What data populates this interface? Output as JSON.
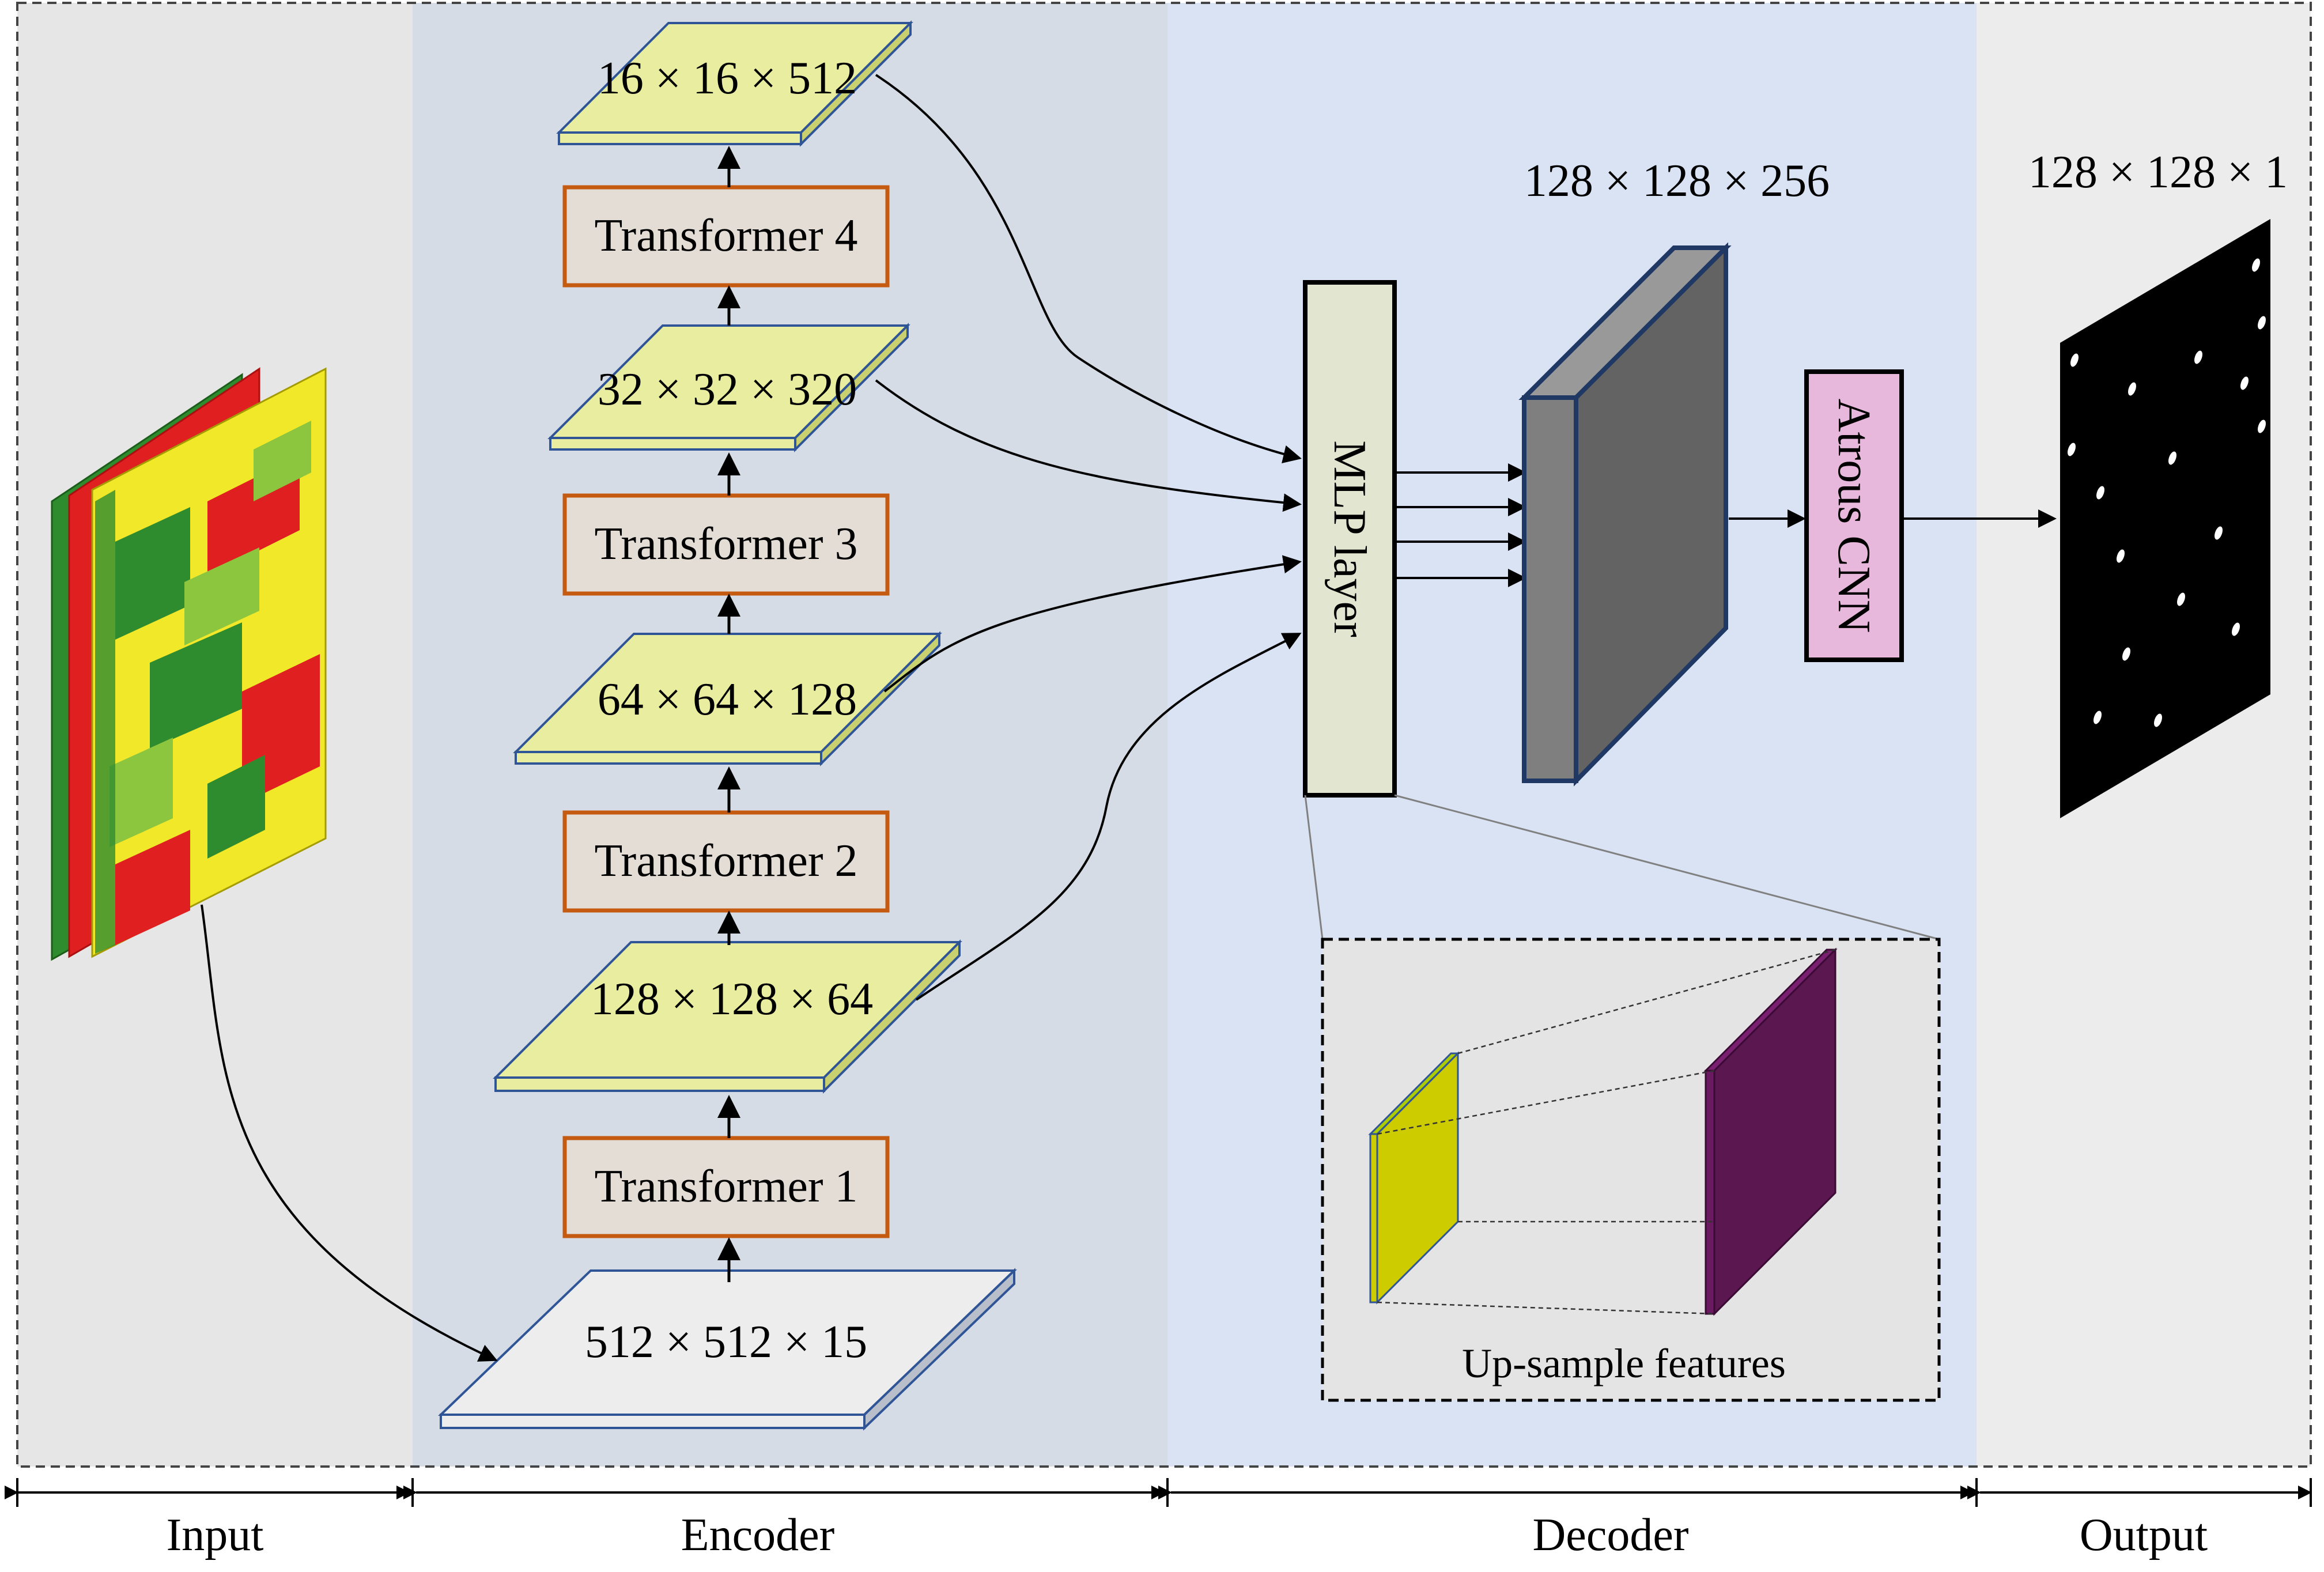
{
  "sections": {
    "input": "Input",
    "encoder": "Encoder",
    "decoder": "Decoder",
    "output": "Output"
  },
  "encoder": {
    "input_dims": "512 × 512 × 15",
    "transformer_1": "Transformer 1",
    "stage_1_dims": "128 × 128 × 64",
    "transformer_2": "Transformer 2",
    "stage_2_dims": "64 × 64 × 128",
    "transformer_3": "Transformer 3",
    "stage_3_dims": "32 × 32 × 320",
    "transformer_4": "Transformer 4",
    "stage_4_dims": "16 × 16 × 512"
  },
  "decoder": {
    "mlp_label": "MLP layer",
    "feature_dims": "128 × 128 × 256",
    "atrous_label": "Atrous CNN",
    "upsample_caption": "Up-sample features"
  },
  "output": {
    "dims": "128 × 128 × 1"
  },
  "colors": {
    "input_bg": "#e6e6e6",
    "encoder_bg": "#d5dce6",
    "decoder_bg": "#dae3f3",
    "output_bg": "#ececec",
    "slab_fill": "#e8eda0",
    "slab_stroke": "#2f5597",
    "transformer_fill": "#e4ddd6",
    "transformer_stroke": "#c55a11",
    "mlp_fill": "#e2e6d0",
    "feature_front": "#7f7f7f",
    "feature_side": "#636363",
    "atrous_fill": "#e8b8dc",
    "upsample_small": "#cccc00",
    "upsample_large": "#5a1750"
  }
}
